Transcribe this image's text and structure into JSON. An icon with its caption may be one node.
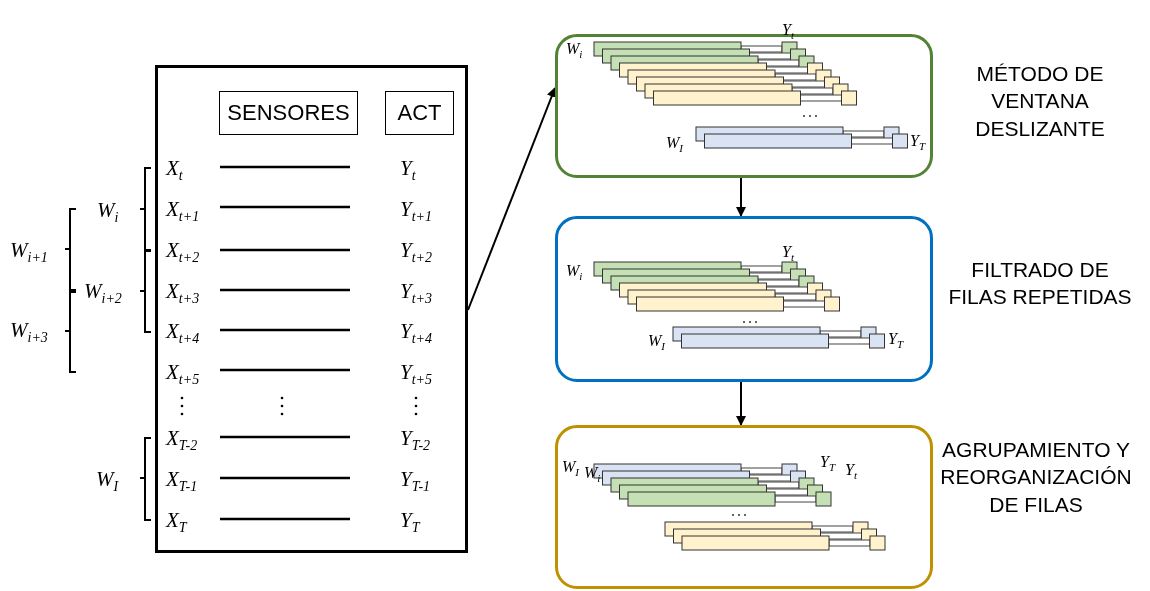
{
  "diagram": {
    "nodes": [
      {
        "text": [],
        "shape": "box"
      },
      {
        "text": [
          "SENSORES"
        ],
        "in": 0
      },
      {
        "text": [
          "ACT"
        ],
        "in": 0
      },
      {
        "text": [
          "W$_{i}$",
          "Y$_{t}$",
          "W$_{I}$",
          "Y$_{T}$"
        ],
        "beside": [
          "MÉTODO DE VENTANA DESLIZANTE"
        ]
      },
      {
        "text": [
          "W$_{i}$",
          "Y$_{t}$",
          "W$_{I}$",
          "Y$_{T}$"
        ],
        "beside": [
          "FILTRADO DE FILAS REPETIDAS"
        ]
      },
      {
        "text": [
          "W$_{I}$",
          "W$_{i}$",
          "Y$_{T}$",
          "Y$_{t}$"
        ],
        "beside": [
          "AGRUPAMIENTO Y REORGANIZACIÓN DE FILAS"
        ]
      }
    ],
    "edges": [
      {
        "from": 0,
        "to": 3,
        "arrow": "to"
      },
      {
        "from": 3,
        "to": 4,
        "arrow": "to"
      },
      {
        "from": 4,
        "to": 5,
        "arrow": "to"
      }
    ],
    "labels": [
      "W$_{i}$",
      "W$_{i+1}$",
      "W$_{i+2}$",
      "W$_{i+3}$",
      "W$_{I}$",
      "X$_{t}$",
      "Y$_{t}$",
      "X$_{t+1}$",
      "Y$_{t+1}$",
      "X$_{t+2}$",
      "Y$_{t+2}$",
      "X$_{t+3}$",
      "Y$_{t+3}$",
      "X$_{t+4}$",
      "Y$_{t+4}$",
      "X$_{t+5}$",
      "Y$_{t+5}$",
      "X$_{T-2}$",
      "Y$_{T-2}$",
      "X$_{T-1}$",
      "Y$_{T-1}$",
      "X$_{T}$",
      "Y$_{T}$"
    ]
  }
}
